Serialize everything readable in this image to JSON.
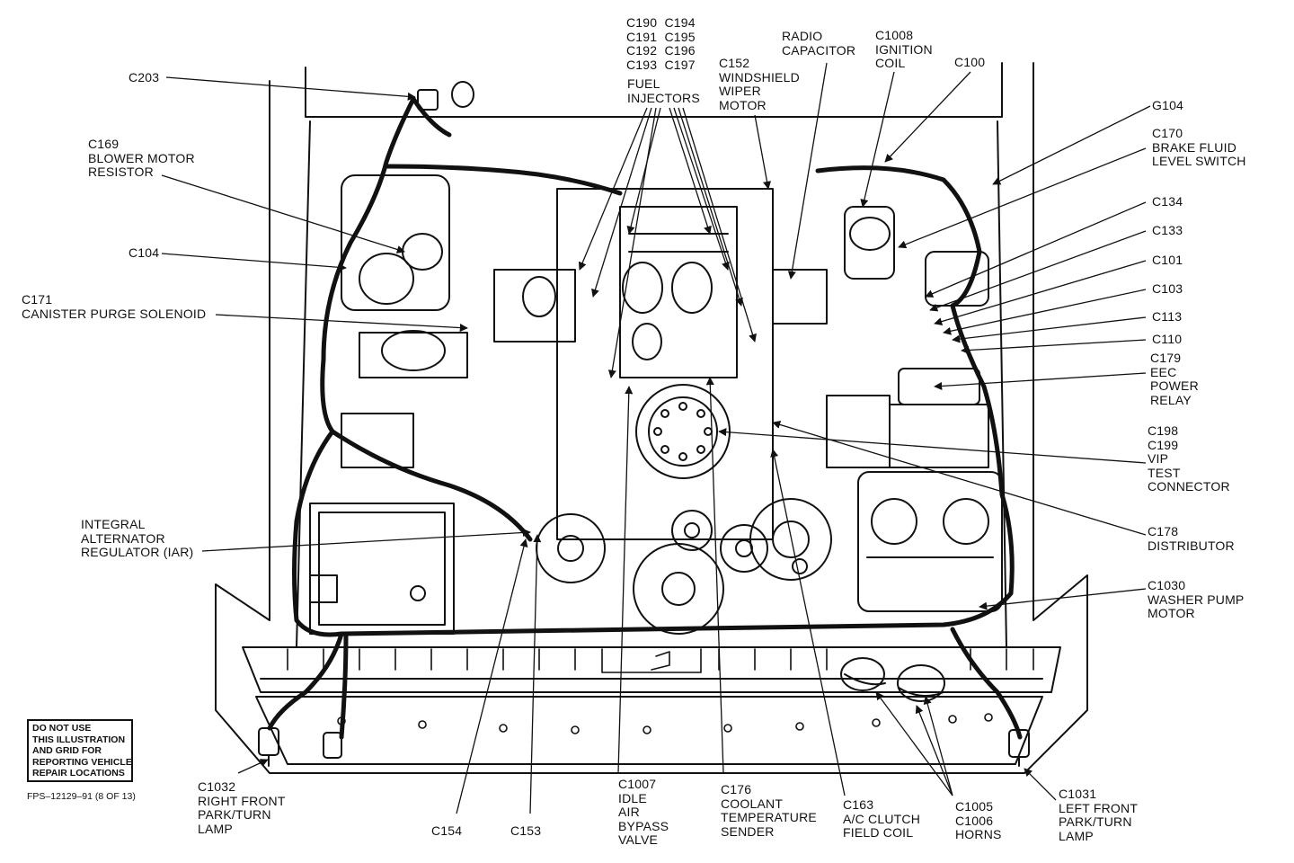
{
  "callouts": {
    "c203": "C203",
    "c169": "C169\nBLOWER MOTOR\nRESISTOR",
    "c104": "C104",
    "c171": "C171\nCANISTER PURGE SOLENOID",
    "iar": "INTEGRAL\nALTERNATOR\nREGULATOR (IAR)",
    "c1032": "C1032\nRIGHT FRONT\nPARK/TURN\nLAMP",
    "c154": "C154",
    "c153": "C153",
    "c1007": "C1007\nIDLE\nAIR\nBYPASS\nVALVE",
    "c176": "C176\nCOOLANT\nTEMPERATURE\nSENDER",
    "c163": "C163\nA/C CLUTCH\nFIELD COIL",
    "horns": "C1005\nC1006\nHORNS",
    "c1031": "C1031\nLEFT FRONT\nPARK/TURN\nLAMP",
    "injector_codes": "C190  C194\nC191  C195\nC192  C196\nC193  C197",
    "fuel_injectors": "FUEL\nINJECTORS",
    "c152": "C152\nWINDSHIELD\nWIPER\nMOTOR",
    "radio_cap": "RADIO\nCAPACITOR",
    "c1008": "C1008\nIGNITION\nCOIL",
    "c100": "C100",
    "g104": "G104",
    "c170": "C170\nBRAKE FLUID\nLEVEL SWITCH",
    "c134": "C134",
    "c133": "C133",
    "c101": "C101",
    "c103": "C103",
    "c113": "C113",
    "c110": "C110",
    "c179": "C179\nEEC\nPOWER\nRELAY",
    "vip": "C198\nC199\nVIP\nTEST\nCONNECTOR",
    "c178": "C178\nDISTRIBUTOR",
    "c1030": "C1030\nWASHER PUMP\nMOTOR"
  },
  "notice": "DO NOT USE\nTHIS ILLUSTRATION\nAND GRID FOR\nREPORTING VEHICLE\nREPAIR LOCATIONS",
  "figure_id": "FPS–12129–91 (8 OF 13)"
}
